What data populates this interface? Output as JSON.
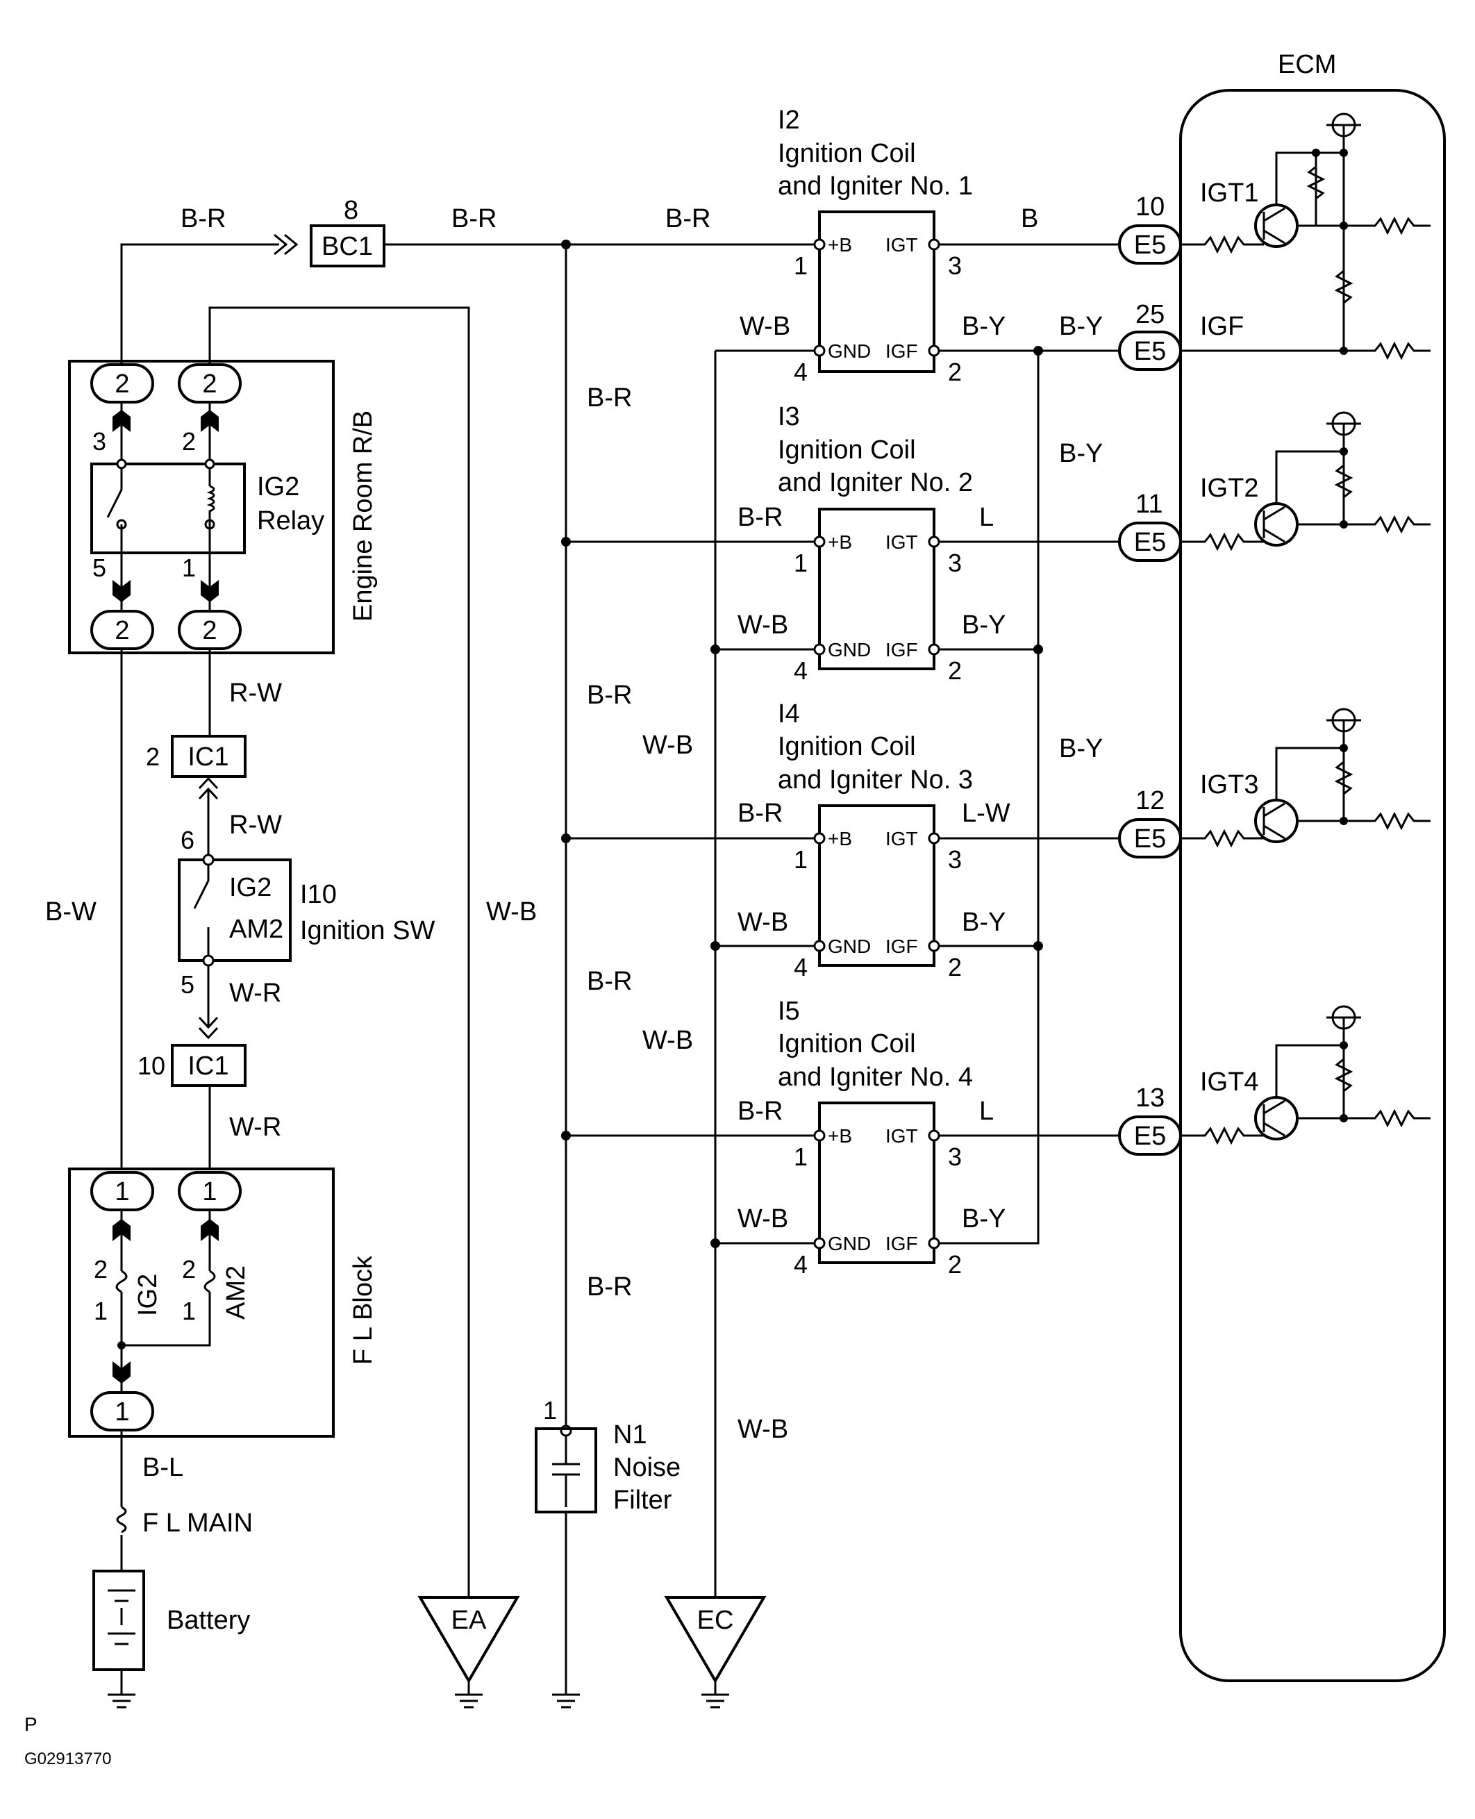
{
  "ecm": {
    "title": "ECM"
  },
  "wires": {
    "br_top1": "B-R",
    "br_top2": "B-R",
    "br_top3": "B-R",
    "b_coil1": "B",
    "by_coil1": "B-Y",
    "by_ecm": "B-Y",
    "igf": "IGF",
    "wb_coil1": "W-B",
    "br_mid1": "B-R",
    "br_mid2": "B-R",
    "br_mid3": "B-R",
    "br_mid4": "B-R",
    "by_side1": "B-Y",
    "by_side2": "B-Y",
    "wb_side1": "W-B",
    "wb_side2": "W-B",
    "wb_bottom": "W-B",
    "wb_ea": "W-B",
    "bw": "B-W",
    "rw1": "R-W",
    "rw2": "R-W",
    "wr1": "W-R",
    "wr2": "W-R",
    "bl": "B-L"
  },
  "coils": [
    {
      "id": "I2",
      "name1": "Ignition Coil",
      "name2": "and Igniter No. 1",
      "in_wire": "",
      "out_wire": "",
      "gnd_wire": "W-B",
      "igf_wire": "B-Y",
      "ecm_pin": "10",
      "igt": "IGT1"
    },
    {
      "id": "I3",
      "name1": "Ignition Coil",
      "name2": "and Igniter No. 2",
      "in_wire": "B-R",
      "out_wire": "L",
      "gnd_wire": "W-B",
      "igf_wire": "B-Y",
      "ecm_pin": "11",
      "igt": "IGT2"
    },
    {
      "id": "I4",
      "name1": "Ignition Coil",
      "name2": "and Igniter No. 3",
      "in_wire": "B-R",
      "out_wire": "L-W",
      "gnd_wire": "W-B",
      "igf_wire": "B-Y",
      "ecm_pin": "12",
      "igt": "IGT3"
    },
    {
      "id": "I5",
      "name1": "Ignition Coil",
      "name2": "and Igniter No. 4",
      "in_wire": "B-R",
      "out_wire": "L",
      "gnd_wire": "W-B",
      "igf_wire": "B-Y",
      "ecm_pin": "13",
      "igt": "IGT4"
    }
  ],
  "coil_pins": {
    "plus_b": "+B",
    "igt": "IGT",
    "gnd": "GND",
    "igf": "IGF",
    "p1": "1",
    "p2": "2",
    "p3": "3",
    "p4": "4"
  },
  "connectors": {
    "bc1": "BC1",
    "bc1_pin": "8",
    "e5": "E5",
    "igf_pin": "25",
    "ic1": "IC1",
    "ic1_top_pin": "2",
    "ic1_bot_pin": "10",
    "two": "2",
    "one": "1"
  },
  "relay_block": {
    "name": "Engine Room R/B",
    "relay1": "IG2",
    "relay2": "Relay",
    "p3": "3",
    "p2": "2",
    "p5": "5",
    "p1": "1"
  },
  "ignition_sw": {
    "id": "I10",
    "name": "Ignition SW",
    "ig2": "IG2",
    "am2": "AM2",
    "p6": "6",
    "p5": "5"
  },
  "fl_block": {
    "name": "F L Block",
    "ig2": "IG2",
    "am2": "AM2",
    "p2a": "2",
    "p1a": "1",
    "p2b": "2",
    "p1b": "1"
  },
  "fl_main": "F L MAIN",
  "battery": "Battery",
  "grounds": {
    "ea": "EA",
    "ec": "EC"
  },
  "noise_filter": {
    "pin": "1",
    "id": "N1",
    "line1": "Noise",
    "line2": "Filter"
  },
  "footer": {
    "p": "P",
    "code": "G02913770"
  }
}
